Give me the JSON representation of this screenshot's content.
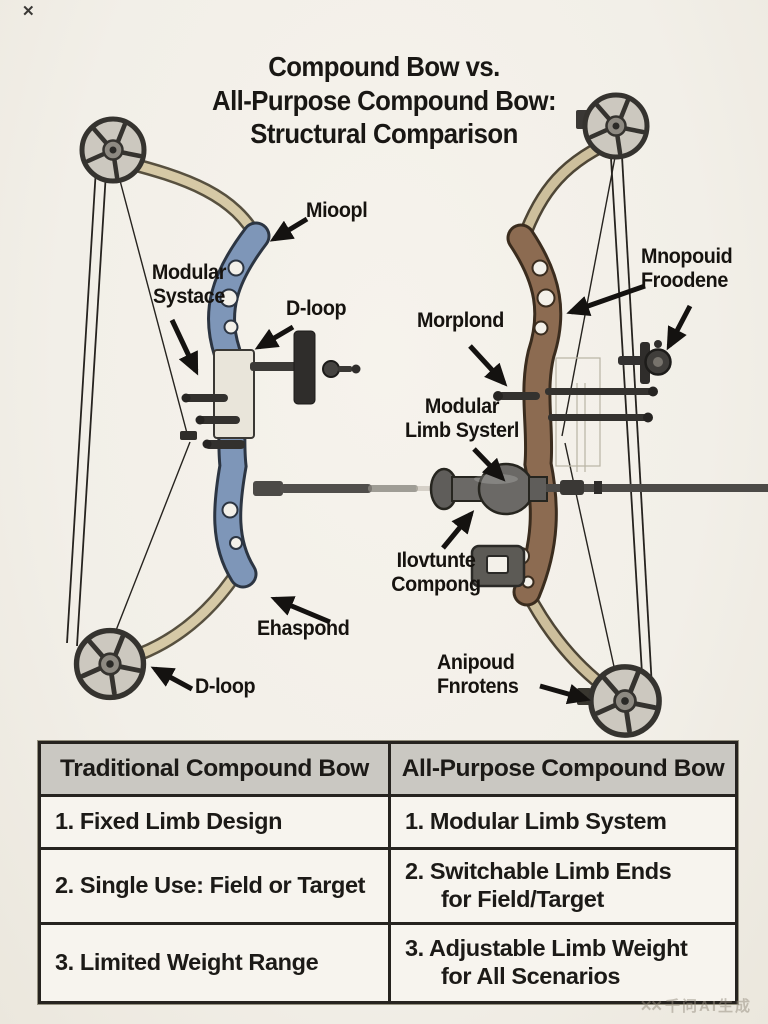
{
  "corner_mark": "✕",
  "title": {
    "line1": "Compound Bow vs.",
    "line2": "All-Purpose Compound Bow:",
    "line3": "Structural Comparison"
  },
  "diagram": {
    "labels_left": [
      {
        "text": "Mioopl"
      },
      {
        "text": "Modular\nSystace"
      },
      {
        "text": "D-loop"
      },
      {
        "text": "Ehaspond"
      },
      {
        "text": "D-loop"
      }
    ],
    "labels_right": [
      {
        "text": "Mnopouid\nFroodene"
      },
      {
        "text": "Morplond"
      },
      {
        "text": "Modular\nLimb Systerl"
      },
      {
        "text": "Ilovtunte\nCompong"
      },
      {
        "text": "Anipoud\nFnrotens"
      }
    ]
  },
  "table": {
    "headers": [
      "Traditional Compound Bow",
      "All-Purpose Compound Bow"
    ],
    "rows": [
      [
        "1. Fixed Limb Design",
        "1. Modular Limb System"
      ],
      [
        "2. Single Use: Field or Target",
        "2. Switchable Limb Ends\nfor Field/Target"
      ],
      [
        "3. Limited Weight Range",
        "3. Adjustable Limb Weight\nfor All Scenarios"
      ]
    ]
  },
  "watermark": {
    "logo": "✕✕",
    "text": "千问AI生成"
  },
  "colors": {
    "paper": "#f3f0e9",
    "left_riser": "#7e96b8",
    "right_riser": "#8c6b51",
    "limb": "#d6c9a6",
    "cam": "#ccc8bf",
    "ink": "#1c1a17",
    "table_header_bg": "#cac8c2",
    "table_cell_bg": "#f7f4ee"
  }
}
